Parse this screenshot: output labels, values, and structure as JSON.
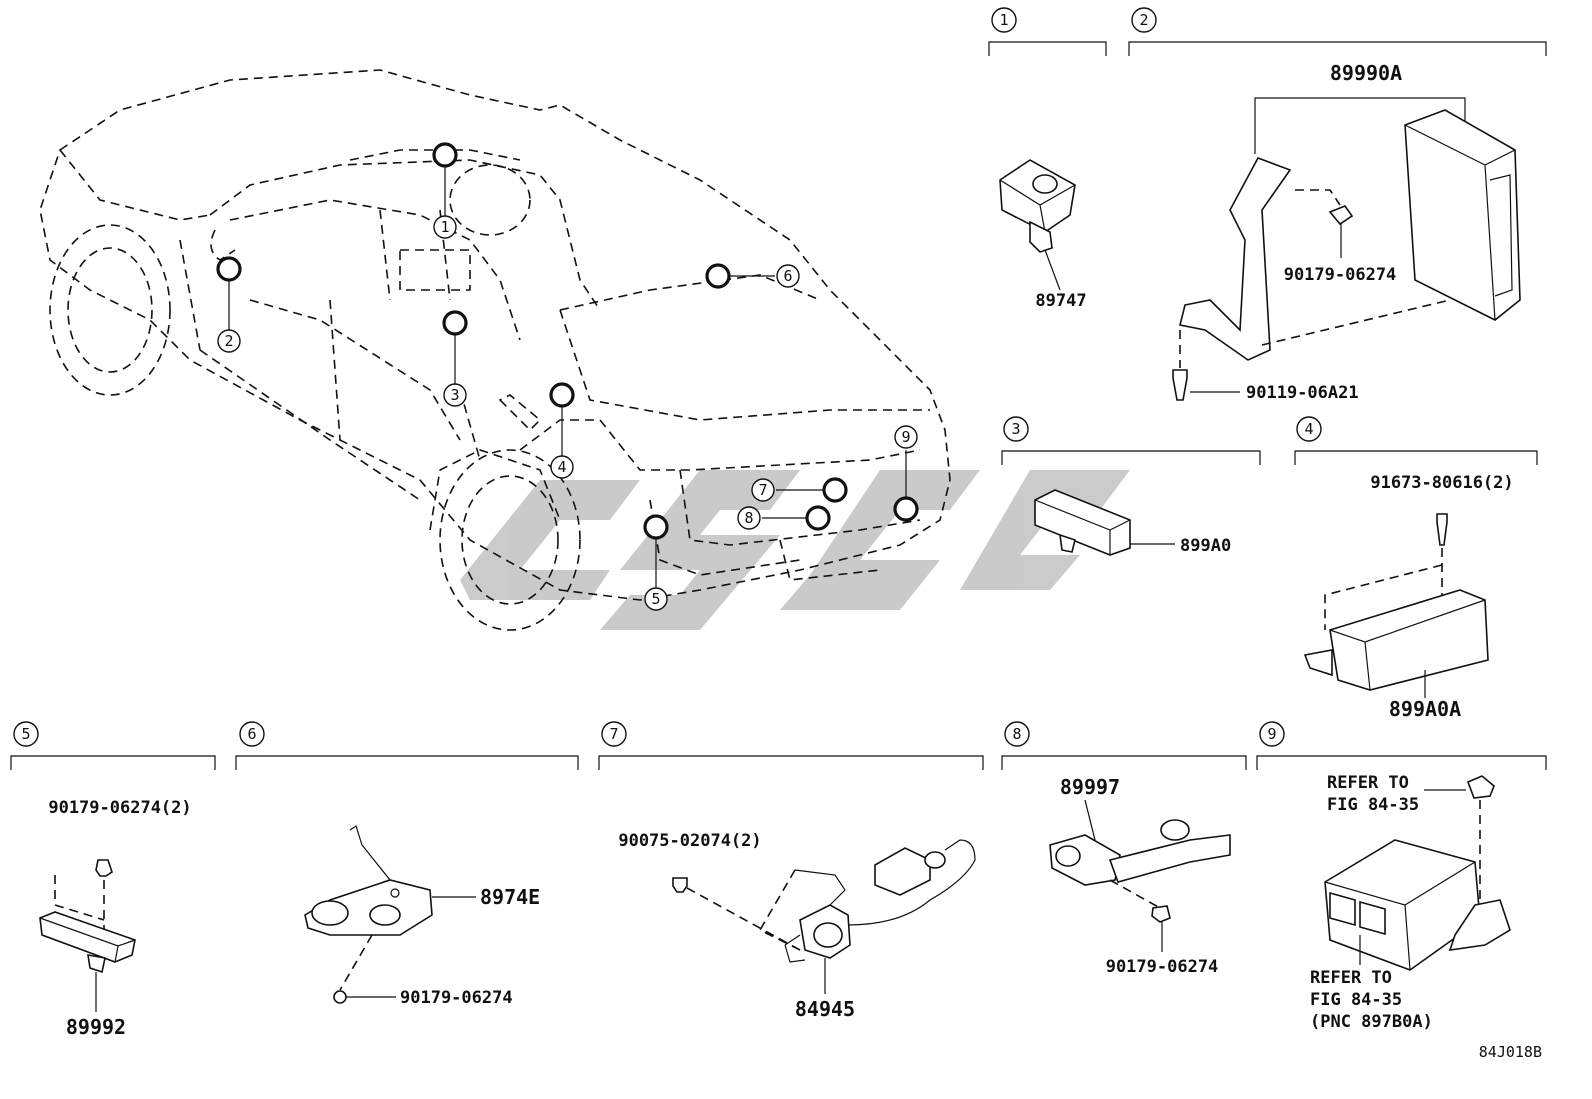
{
  "callouts": [
    "1",
    "2",
    "3",
    "4",
    "5",
    "6",
    "7",
    "8",
    "9"
  ],
  "parts": {
    "p89747": "89747",
    "p89990A": "89990A",
    "p90179_06274_a": "90179-06274",
    "p90119_06A21": "90119-06A21",
    "p899A0": "899A0",
    "p91673_80616": "91673-80616(2)",
    "p899A0A": "899A0A",
    "p90179_06274_2": "90179-06274(2)",
    "p89992": "89992",
    "p8974E": "8974E",
    "p90179_06274_b": "90179-06274",
    "p90075_02074": "90075-02074(2)",
    "p84945": "84945",
    "p89997": "89997",
    "p90179_06274_c": "90179-06274"
  },
  "refer": {
    "line1": "REFER TO",
    "line2": "FIG 84-35",
    "line3": "REFER TO",
    "line4": "FIG 84-35",
    "line5": "(PNC 897B0A)"
  },
  "diagram_code": "84J018B",
  "watermark_color": "#b9b9b9"
}
